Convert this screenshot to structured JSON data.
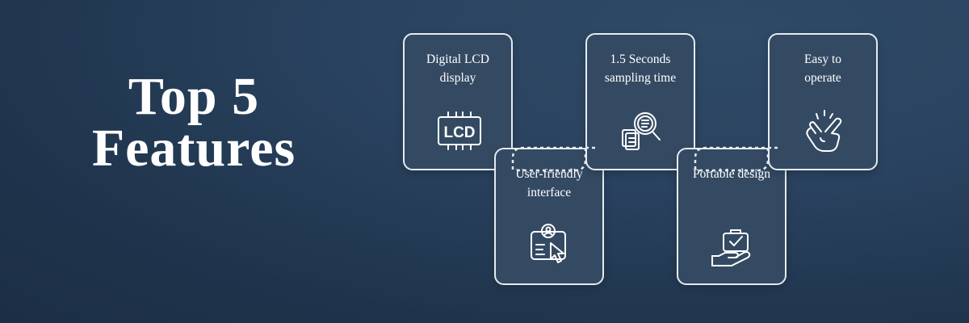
{
  "headline": {
    "line1": "Top 5",
    "line2": "Features"
  },
  "features": [
    {
      "label": "Digital LCD\ndisplay",
      "icon": "lcd-display-icon",
      "icon_text": "LCD"
    },
    {
      "label": "User-friendly\ninterface",
      "icon": "user-interface-click-icon"
    },
    {
      "label": "1.5 Seconds\nsampling time",
      "icon": "document-search-icon"
    },
    {
      "label": "Portable design",
      "icon": "portable-case-hand-icon"
    },
    {
      "label": "Easy to\noperate",
      "icon": "finger-snap-icon"
    }
  ],
  "colors": {
    "background": "#263d57",
    "card": "#344a63",
    "border": "#e6eaef",
    "text": "#ffffff"
  }
}
